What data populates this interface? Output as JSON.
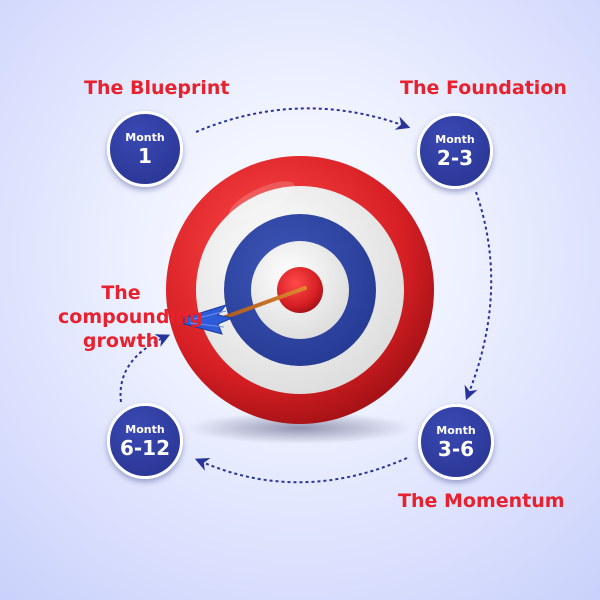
{
  "colors": {
    "accent_red": "#e8212e",
    "navy": "#27338f",
    "ring_blue": "#2f44a0",
    "ring_red": "#d82a2e",
    "ring_white": "#f3f3f3",
    "dash": "#28349a"
  },
  "phases": [
    {
      "title": "The Blueprint",
      "month_label": "Month",
      "month_value": "1"
    },
    {
      "title": "The Foundation",
      "month_label": "Month",
      "month_value": "2-3"
    },
    {
      "title": "The Momentum",
      "month_label": "Month",
      "month_value": "3-6"
    },
    {
      "title": "The compounding growth",
      "month_label": "Month",
      "month_value": "6-12"
    }
  ],
  "icons": [
    "target-icon",
    "arrow-dart-icon",
    "dashed-arrow-icon"
  ]
}
